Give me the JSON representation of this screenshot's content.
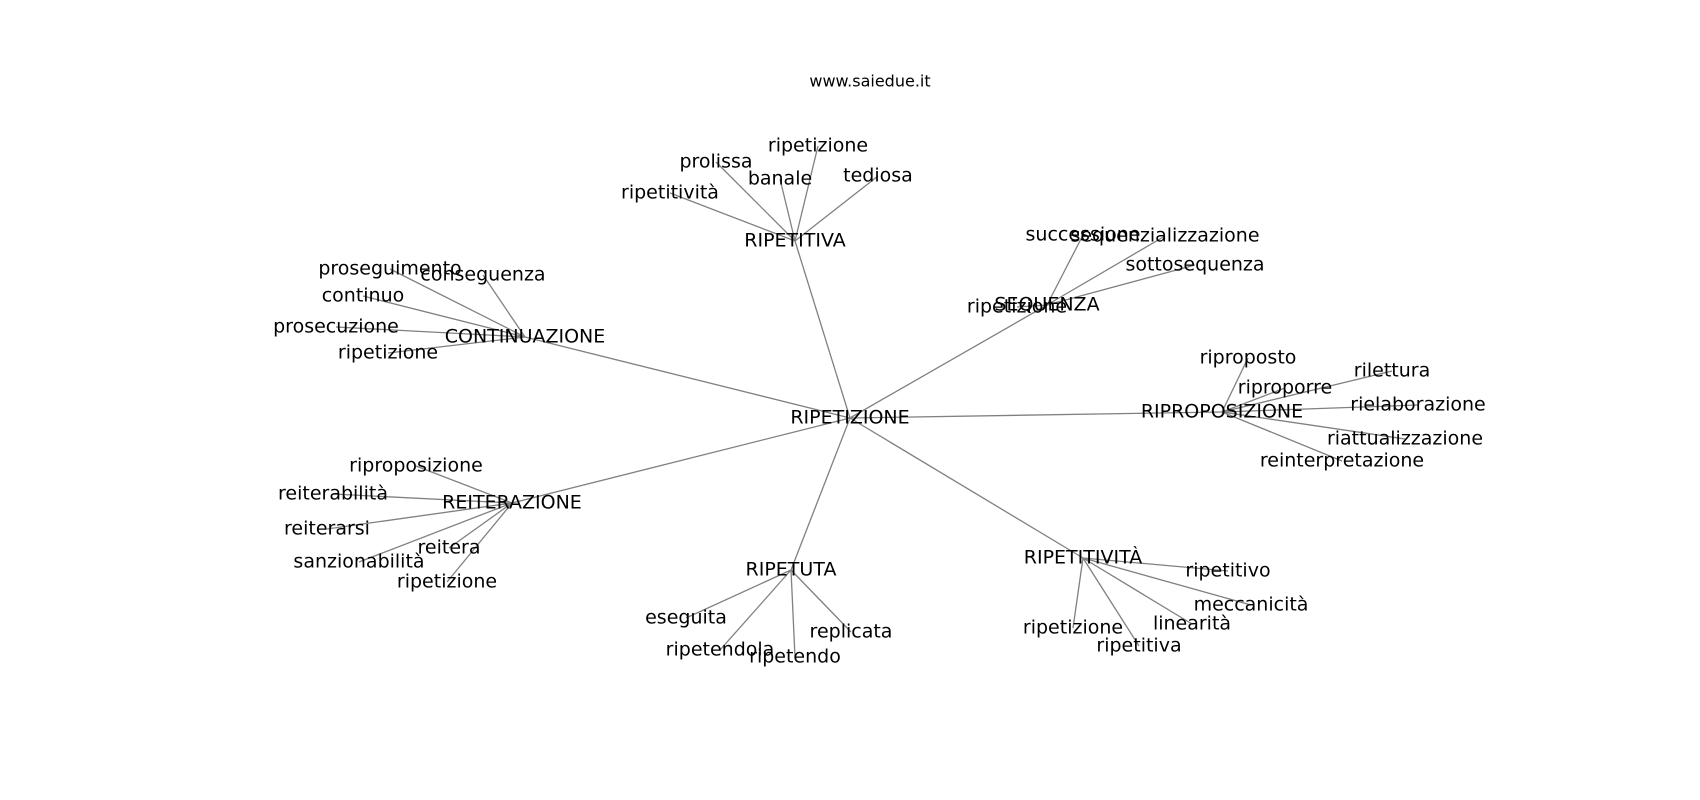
{
  "source": "www.saiedue.it",
  "colors": {
    "edge": "#808080",
    "text": "#000000",
    "background": "#ffffff"
  },
  "center": {
    "id": "center",
    "label": "RIPETIZIONE"
  },
  "hubs": [
    {
      "id": "ripetitiva",
      "label": "RIPETITIVA",
      "leaves": [
        "prolissa",
        "ripetizione",
        "banale",
        "tediosa",
        "ripetitività"
      ]
    },
    {
      "id": "sequenza",
      "label": "SEQUENZA",
      "leaves": [
        "successione",
        "sequenzializzazione",
        "sottosequenza",
        "ripetizione"
      ]
    },
    {
      "id": "continuazione",
      "label": "CONTINUAZIONE",
      "leaves": [
        "proseguimento",
        "conseguenza",
        "continuo",
        "prosecuzione",
        "ripetizione"
      ]
    },
    {
      "id": "riproposizione",
      "label": "RIPROPOSIZIONE",
      "leaves": [
        "riproposto",
        "rilettura",
        "riproporre",
        "rielaborazione",
        "riattualizzazione",
        "reinterpretazione"
      ]
    },
    {
      "id": "reiterazione",
      "label": "REITERAZIONE",
      "leaves": [
        "riproposizione",
        "reiterabilità",
        "reiterarsi",
        "reitera",
        "sanzionabilità",
        "ripetizione"
      ]
    },
    {
      "id": "ripetuta",
      "label": "RIPETUTA",
      "leaves": [
        "eseguita",
        "replicata",
        "ripetendola",
        "ripetendo"
      ]
    },
    {
      "id": "ripetitivita",
      "label": "RIPETITIVITÀ",
      "leaves": [
        "ripetitivo",
        "meccanicità",
        "linearità",
        "ripetizione",
        "ripetitiva"
      ]
    }
  ]
}
